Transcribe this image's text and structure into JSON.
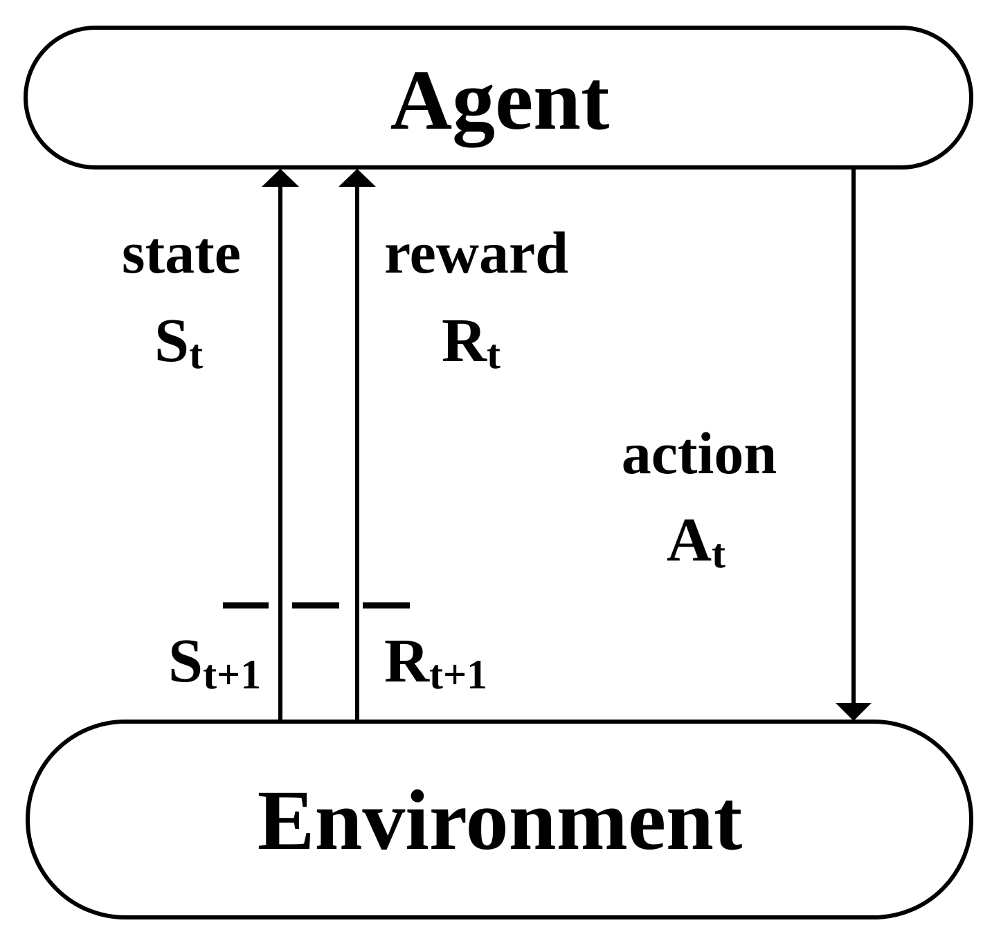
{
  "agent": {
    "label": "Agent"
  },
  "environment": {
    "label": "Environment"
  },
  "state": {
    "word": "state",
    "symbol": "S",
    "subscript": "t",
    "next_symbol": "S",
    "next_subscript": "t+1"
  },
  "reward": {
    "word": "reward",
    "symbol": "R",
    "subscript": "t",
    "next_symbol": "R",
    "next_subscript": "t+1"
  },
  "action": {
    "word": "action",
    "symbol": "A",
    "subscript": "t"
  },
  "colors": {
    "stroke": "#000000",
    "background": "#ffffff"
  }
}
